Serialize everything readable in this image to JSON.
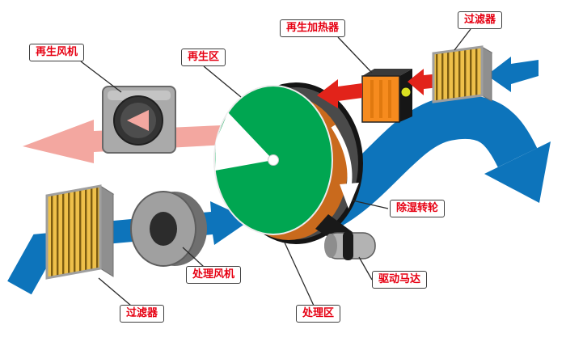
{
  "labels": {
    "regen_fan": "再生风机",
    "regen_zone": "再生区",
    "regen_heater": "再生加热器",
    "filter_top": "过滤器",
    "desiccant_wheel": "除湿转轮",
    "drive_motor": "驱动马达",
    "process_fan": "处理风机",
    "process_zone": "处理区",
    "filter_bottom": "过滤器"
  },
  "colors": {
    "process_air": "#0d74bb",
    "regen_exhaust": "#f3a7a0",
    "regen_hot": "#e2231a",
    "wheel_face": "#00a651",
    "wheel_back": "#c96a1d",
    "heater": "#f68b1e",
    "filter_gold": "#eec04a"
  }
}
